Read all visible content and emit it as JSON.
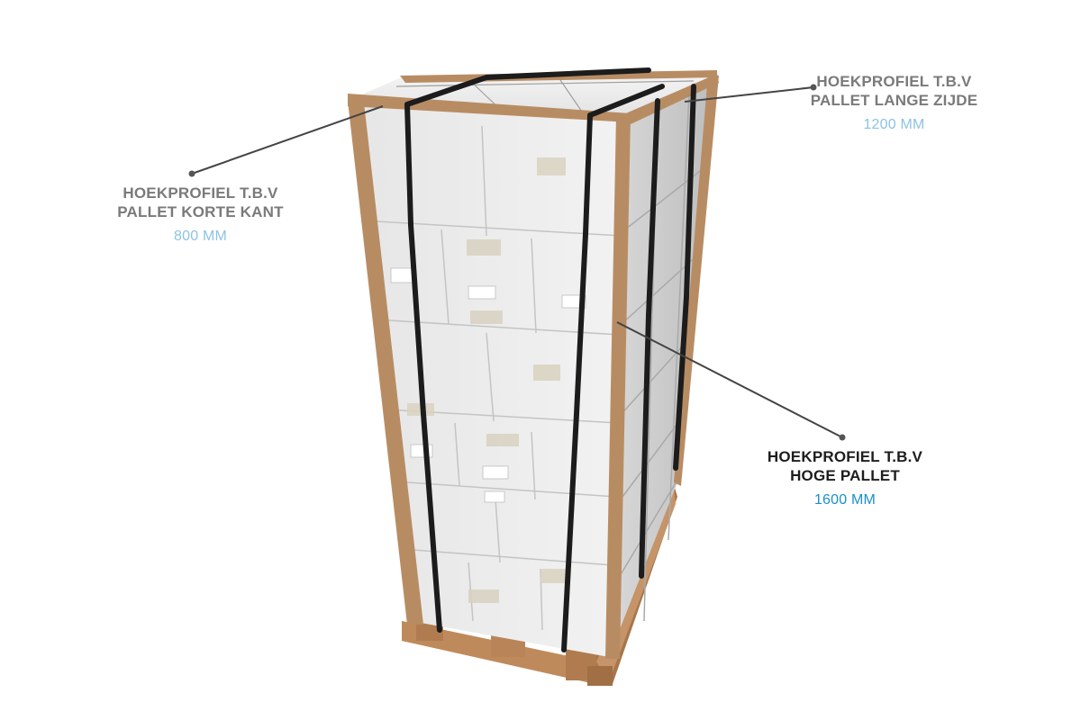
{
  "colors": {
    "label_muted": "#7a7a7a",
    "measure_muted": "#8cc3e3",
    "label_strong": "#1d1d1d",
    "measure_strong": "#1a8fce",
    "cardboard_edge": "#b88c63",
    "box_white": "#eeeeee",
    "strap": "#1c1c1c",
    "pallet_wood": "#b98457"
  },
  "callouts": {
    "short_side": {
      "line1": "HOEKPROFIEL T.B.V",
      "line2": "PALLET KORTE KANT",
      "measure": "800 MM"
    },
    "long_side": {
      "line1": "HOEKPROFIEL T.B.V",
      "line2": "PALLET LANGE ZIJDE",
      "measure": "1200 MM"
    },
    "high_pallet": {
      "line1": "HOEKPROFIEL T.B.V",
      "line2": "HOGE PALLET",
      "measure": "1600 MM"
    }
  }
}
